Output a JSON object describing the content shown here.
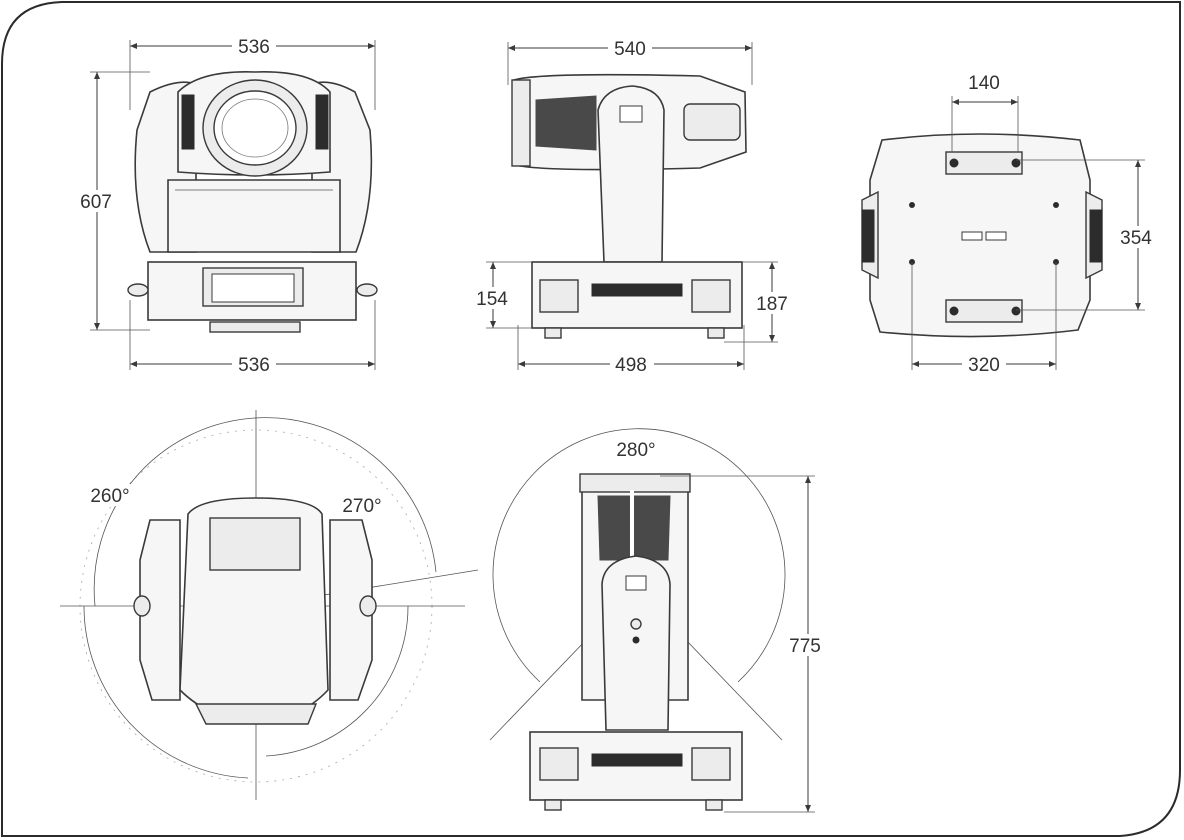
{
  "drawing": {
    "front_view": {
      "width_top": "536",
      "height": "607",
      "width_bottom": "536"
    },
    "side_view": {
      "width_top": "540",
      "base_height_left": "154",
      "base_height_right": "187",
      "base_width": "498"
    },
    "base_view": {
      "hole_spacing_top": "140",
      "hole_spacing_vertical": "354",
      "hole_spacing_bottom": "320"
    },
    "top_view": {
      "pan_angle_left": "260°",
      "pan_angle_right": "270°"
    },
    "tilt_view": {
      "tilt_angle": "280°",
      "total_height": "775"
    }
  },
  "colors": {
    "line": "#3a3a3a",
    "frame": "#2b2b2b",
    "background": "#ffffff"
  }
}
